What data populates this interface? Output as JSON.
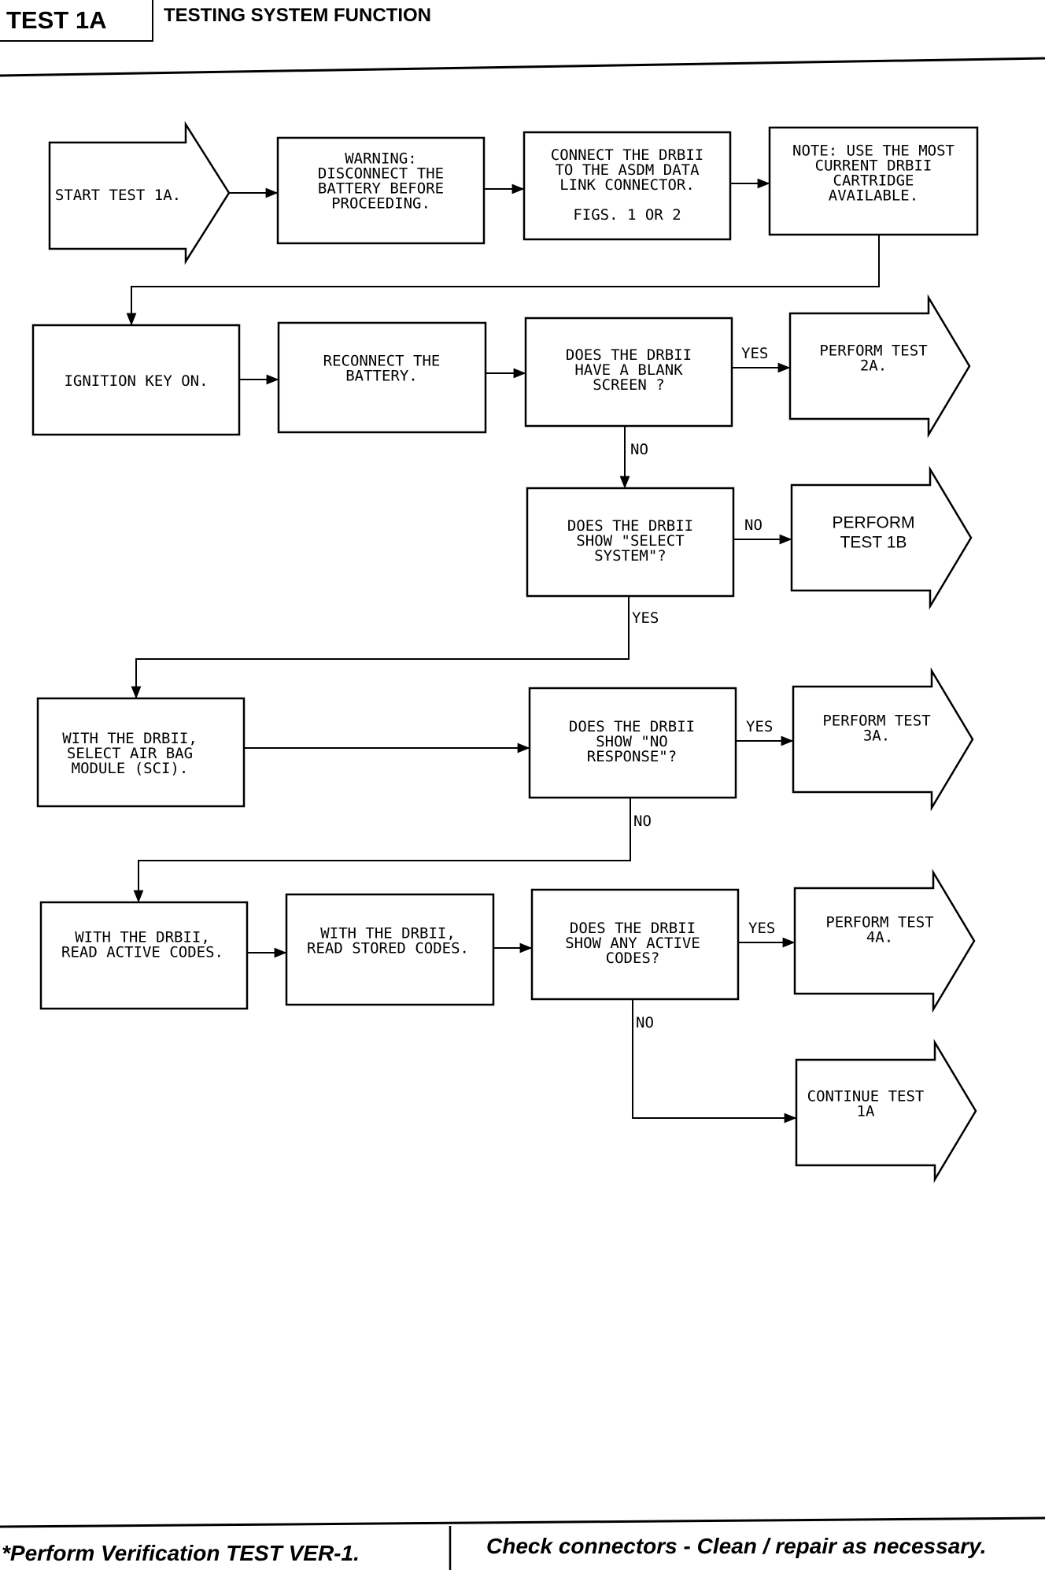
{
  "header": {
    "test_id": "TEST 1A",
    "title": "TESTING SYSTEM FUNCTION"
  },
  "nodes": {
    "start": [
      "START TEST 1A."
    ],
    "warning": [
      "WARNING:",
      "DISCONNECT THE",
      "BATTERY BEFORE",
      "PROCEEDING."
    ],
    "connect": [
      "CONNECT THE DRBII",
      "TO THE ASDM DATA",
      "LINK CONNECTOR.",
      "",
      "FIGS. 1 OR 2"
    ],
    "note": [
      "NOTE: USE THE MOST",
      "CURRENT DRBII",
      "CARTRIDGE",
      "AVAILABLE."
    ],
    "ignition": [
      "IGNITION KEY ON."
    ],
    "reconnect": [
      "RECONNECT THE",
      "BATTERY."
    ],
    "blank_screen": [
      "DOES THE DRBII",
      "HAVE A BLANK",
      "SCREEN ?"
    ],
    "perform_2a": [
      "PERFORM TEST",
      "2A."
    ],
    "select_system": [
      "DOES THE DRBII",
      "SHOW \"SELECT",
      "SYSTEM\"?"
    ],
    "perform_1b": [
      "PERFORM",
      "TEST 1B"
    ],
    "select_airbag": [
      "WITH THE DRBII,",
      "SELECT AIR BAG",
      "MODULE (SCI)."
    ],
    "no_response": [
      "DOES THE DRBII",
      "SHOW \"NO",
      "RESPONSE\"?"
    ],
    "perform_3a": [
      "PERFORM TEST",
      "3A."
    ],
    "read_active": [
      "WITH THE DRBII,",
      "READ ACTIVE CODES."
    ],
    "read_stored": [
      "WITH THE DRBII,",
      "READ STORED CODES."
    ],
    "any_active": [
      "DOES THE DRBII",
      "SHOW ANY ACTIVE",
      "CODES?"
    ],
    "perform_4a": [
      "PERFORM TEST",
      "4A."
    ],
    "continue_1a": [
      "CONTINUE TEST",
      "1A"
    ]
  },
  "edge_labels": {
    "blank_yes": "YES",
    "blank_no": "NO",
    "select_no": "NO",
    "select_yes": "YES",
    "noresp_yes": "YES",
    "noresp_no": "NO",
    "active_yes": "YES",
    "active_no": "NO"
  },
  "footer": {
    "left": "*Perform Verification TEST VER-1.",
    "right": "Check connectors - Clean / repair as necessary."
  }
}
